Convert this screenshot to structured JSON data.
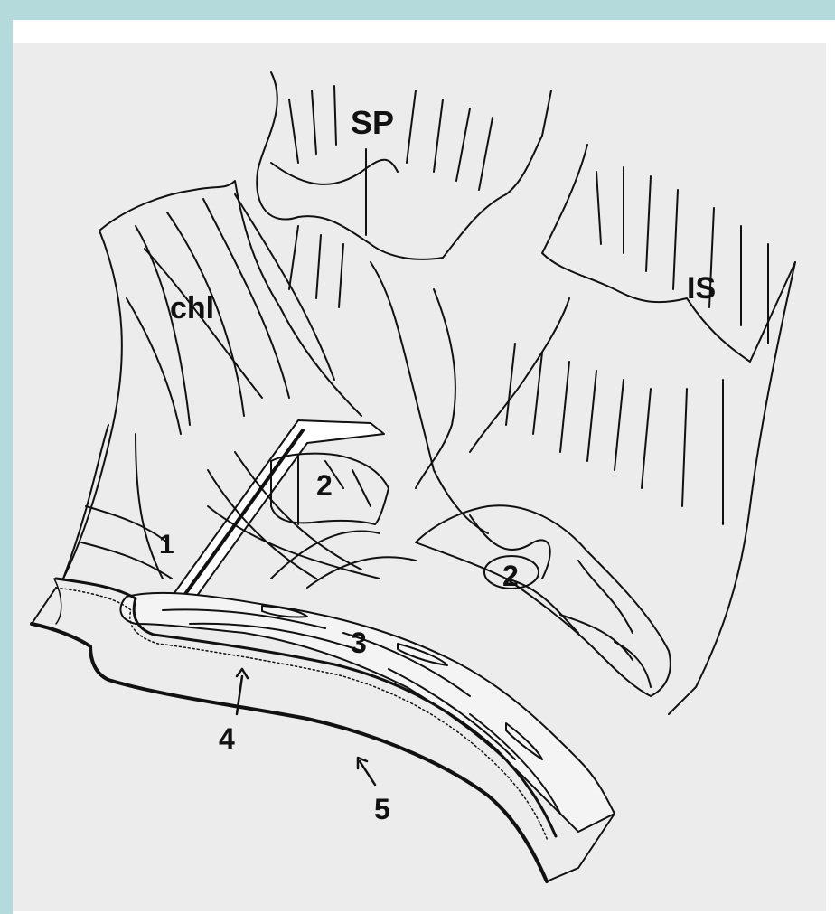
{
  "figure": {
    "labels": {
      "sp": "SP",
      "is": "IS",
      "chl": "chl",
      "n1": "1",
      "n2a": "2",
      "n2b": "2",
      "n3": "3",
      "n4": "4",
      "n5": "5"
    }
  },
  "colors": {
    "frame": "#b4dadc",
    "page": "#ffffff",
    "drawing_bg": "#ececec",
    "ink": "#111111"
  }
}
